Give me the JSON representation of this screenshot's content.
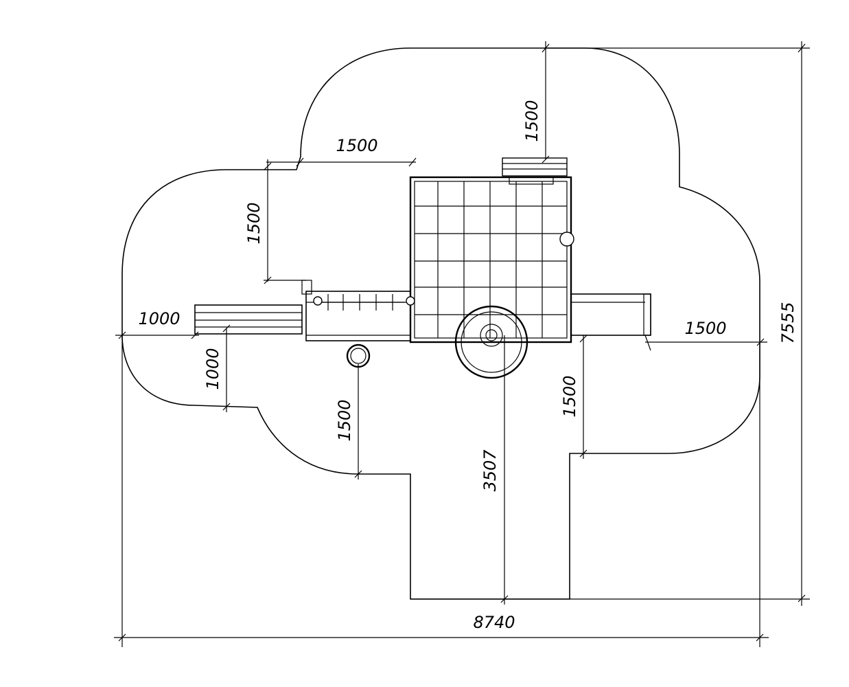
{
  "dimensions": {
    "top_right_offset": "1500",
    "left_step_horizontal": "1500",
    "left_step_vertical": "1500",
    "left_bench_offset": "1000",
    "left_lower_offset": "1000",
    "ring_to_bottom": "1500",
    "slide_end_offset": "1500",
    "right_lower_offset": "1500",
    "wheel_to_bottom": "3507",
    "total_height": "7555",
    "total_width": "8740"
  }
}
